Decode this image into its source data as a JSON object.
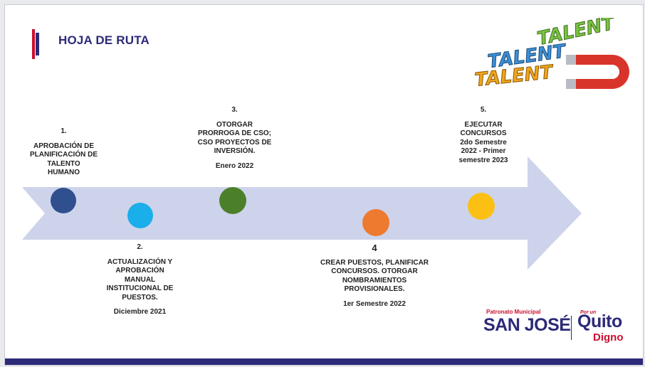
{
  "header": {
    "title": "HOJA DE RUTA"
  },
  "image": {
    "talent_words": [
      "TALENT",
      "TALENT",
      "TALENT"
    ]
  },
  "colors": {
    "arrow": "#cdd3ea",
    "brand_blue": "#2c2a78",
    "brand_red": "#c8102e"
  },
  "steps": [
    {
      "num": "1.",
      "lines": [
        "APROBACIÓN DE",
        "PLANIFICACIÓN DE",
        "TALENTO",
        "HUMANO"
      ],
      "date": "",
      "color": "#2f4f8f"
    },
    {
      "num": "2.",
      "lines": [
        "ACTUALIZACIÓN Y",
        "APROBACIÓN",
        "MANUAL",
        "INSTITUCIONAL DE",
        "PUESTOS."
      ],
      "date": "Diciembre 2021",
      "color": "#1aaeea"
    },
    {
      "num": "3.",
      "lines": [
        "OTORGAR",
        "PRORROGA DE CSO;",
        "CSO PROYECTOS DE",
        "INVERSIÓN."
      ],
      "date": "Enero 2022",
      "color": "#4c7f2a"
    },
    {
      "num": "4",
      "lines": [
        "CREAR PUESTOS, PLANIFICAR",
        "CONCURSOS. OTORGAR",
        "NOMBRAMIENTOS",
        "PROVISIONALES."
      ],
      "date": "1er Semestre 2022",
      "color": "#ee7a2f"
    },
    {
      "num": "5.",
      "lines": [
        "EJECUTAR",
        "CONCURSOS",
        "2do Semestre",
        "2022 -  Primer",
        "semestre 2023"
      ],
      "date": "",
      "color": "#fbc013"
    }
  ],
  "logo": {
    "patronato": "Patronato Municipal",
    "name": "SAN JOSÉ",
    "por_un": "Por un",
    "quito": "Quito",
    "digno": "Digno"
  }
}
